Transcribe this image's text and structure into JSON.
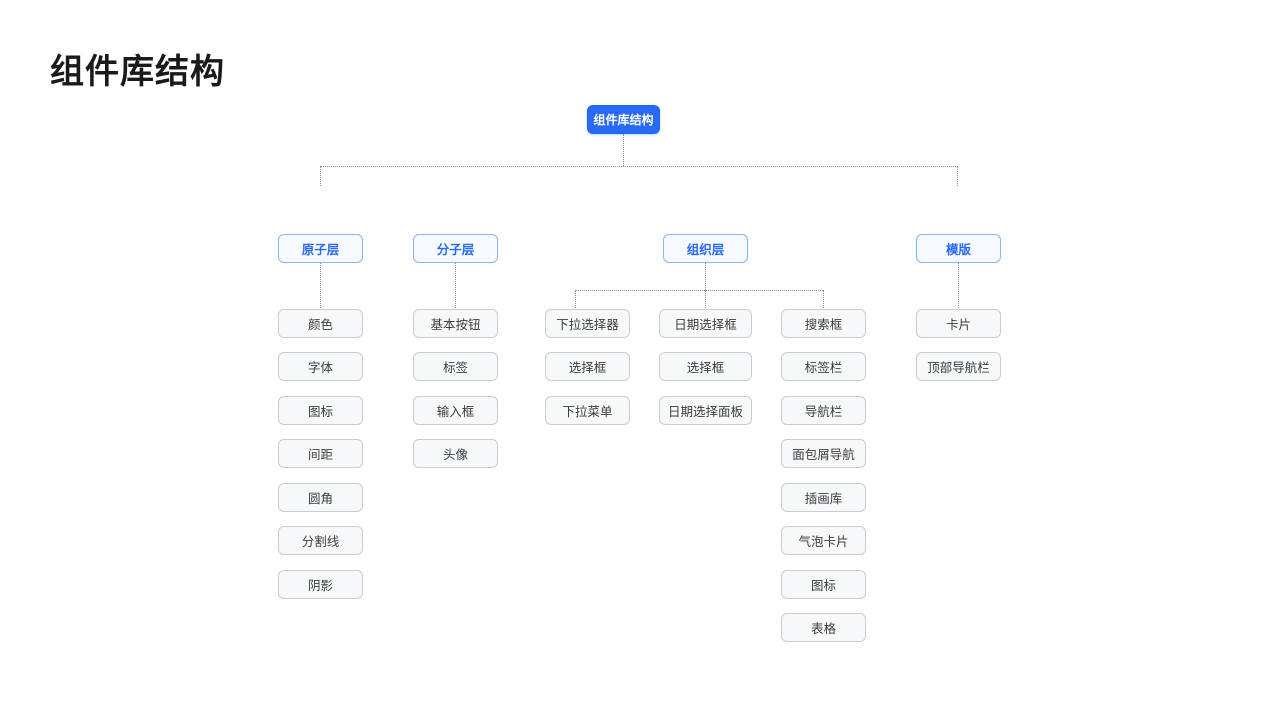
{
  "page": {
    "title": "组件库结构",
    "background_color": "#ffffff"
  },
  "colors": {
    "root_fill": "#2869f5",
    "root_text": "#ffffff",
    "branch_fill": "#f7faff",
    "branch_border": "#8ab4fb",
    "branch_text": "#2869f5",
    "leaf_fill": "#f7f8fa",
    "leaf_border": "#c9ccd1",
    "leaf_text": "#3d3d3d",
    "connector": "#8c8c8c",
    "title_text": "#1a1a1a"
  },
  "chart_data": {
    "type": "diagram",
    "diagram_kind": "tree",
    "orientation": "top-down",
    "connector_style": "dotted",
    "title": "组件库结构",
    "root": "组件库结构",
    "levels": 3,
    "branches": [
      {
        "label": "原子层",
        "children_groups": [
          {
            "items": [
              "颜色",
              "字体",
              "图标",
              "间距",
              "圆角",
              "分割线",
              "阴影"
            ]
          }
        ]
      },
      {
        "label": "分子层",
        "children_groups": [
          {
            "items": [
              "基本按钮",
              "标签",
              "输入框",
              "头像"
            ]
          }
        ]
      },
      {
        "label": "组织层",
        "children_groups": [
          {
            "items": [
              "下拉选择器",
              "选择框",
              "下拉菜单"
            ]
          },
          {
            "items": [
              "日期选择框",
              "选择框",
              "日期选择面板"
            ]
          },
          {
            "items": [
              "搜索框",
              "标签栏",
              "导航栏",
              "面包屑导航",
              "插画库",
              "气泡卡片",
              "图标",
              "表格"
            ]
          }
        ]
      },
      {
        "label": "模版",
        "children_groups": [
          {
            "items": [
              "卡片",
              "顶部导航栏"
            ]
          }
        ]
      }
    ]
  },
  "nodes": {
    "root": {
      "label": "组件库结构"
    },
    "branch_atomic": {
      "label": "原子层"
    },
    "branch_molecular": {
      "label": "分子层"
    },
    "branch_organism": {
      "label": "组织层"
    },
    "branch_template": {
      "label": "模版"
    },
    "col_atomic": {
      "items": [
        {
          "label": "颜色"
        },
        {
          "label": "字体"
        },
        {
          "label": "图标"
        },
        {
          "label": "间距"
        },
        {
          "label": "圆角"
        },
        {
          "label": "分割线"
        },
        {
          "label": "阴影"
        }
      ]
    },
    "col_molecular": {
      "items": [
        {
          "label": "基本按钮"
        },
        {
          "label": "标签"
        },
        {
          "label": "输入框"
        },
        {
          "label": "头像"
        }
      ]
    },
    "col_organism_1": {
      "items": [
        {
          "label": "下拉选择器"
        },
        {
          "label": "选择框"
        },
        {
          "label": "下拉菜单"
        }
      ]
    },
    "col_organism_2": {
      "items": [
        {
          "label": "日期选择框"
        },
        {
          "label": "选择框"
        },
        {
          "label": "日期选择面板"
        }
      ]
    },
    "col_organism_3": {
      "items": [
        {
          "label": "搜索框"
        },
        {
          "label": "标签栏"
        },
        {
          "label": "导航栏"
        },
        {
          "label": "面包屑导航"
        },
        {
          "label": "插画库"
        },
        {
          "label": "气泡卡片"
        },
        {
          "label": "图标"
        },
        {
          "label": "表格"
        }
      ]
    },
    "col_template": {
      "items": [
        {
          "label": "卡片"
        },
        {
          "label": "顶部导航栏"
        }
      ]
    }
  }
}
